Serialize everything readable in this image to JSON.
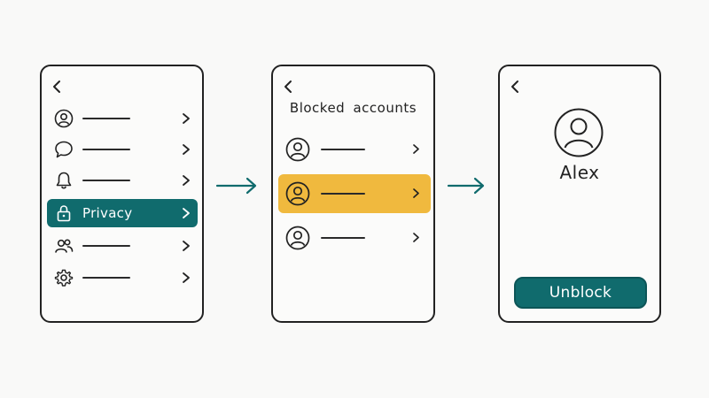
{
  "settings_screen": {
    "active_item_label": "Privacy",
    "items": [
      {
        "icon": "user-icon"
      },
      {
        "icon": "chat-icon"
      },
      {
        "icon": "bell-icon"
      },
      {
        "icon": "lock-icon",
        "label": "Privacy",
        "active": true
      },
      {
        "icon": "users-icon"
      },
      {
        "icon": "gear-icon"
      }
    ]
  },
  "blocked_screen": {
    "title": "Blocked accounts",
    "rows": [
      {
        "icon": "user-icon"
      },
      {
        "icon": "user-icon",
        "highlighted": true
      },
      {
        "icon": "user-icon"
      }
    ]
  },
  "profile_screen": {
    "name": "Alex",
    "button_label": "Unblock"
  },
  "colors": {
    "accent_teal": "#106b6d",
    "highlight_yellow": "#f0b93e",
    "outline": "#222222"
  }
}
